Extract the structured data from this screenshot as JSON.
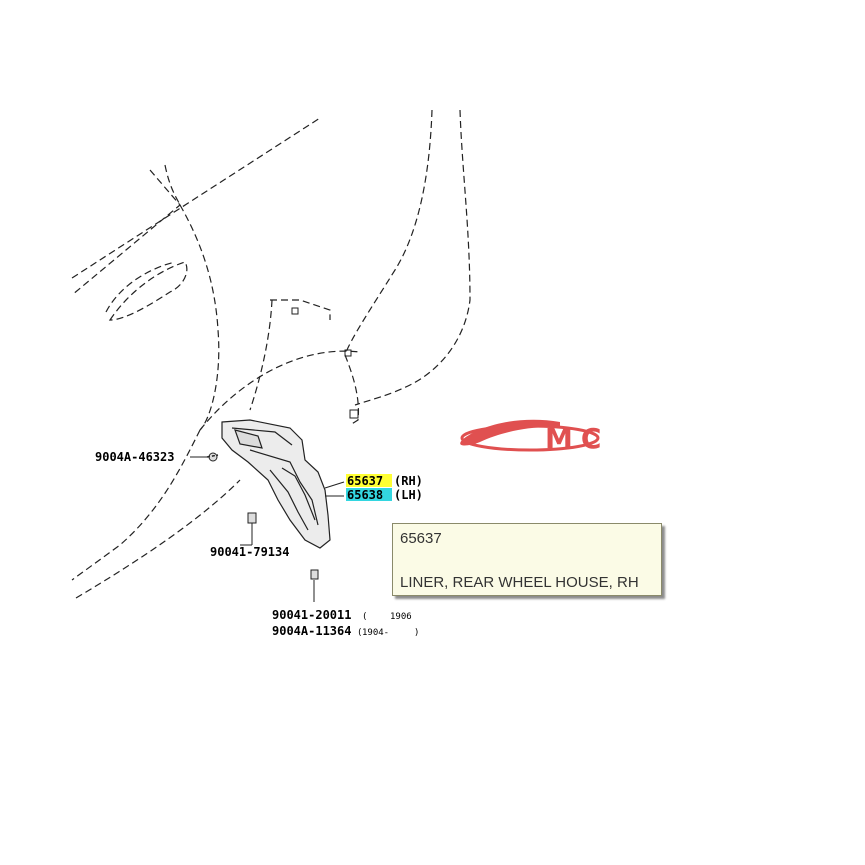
{
  "logo": {
    "text": "MC",
    "color": "#e05050"
  },
  "callouts": [
    {
      "id": "clip-upper",
      "part": "9004A-46323"
    },
    {
      "id": "clip-lower",
      "part": "90041-79134"
    },
    {
      "id": "screw-1",
      "part": "90041-20011",
      "note": "1906"
    },
    {
      "id": "screw-2",
      "part": "9004A-11364",
      "note": "1904-"
    }
  ],
  "liner_parts": [
    {
      "part": "65637",
      "side": "(RH)",
      "highlight": "#ffff33"
    },
    {
      "part": "65638",
      "side": "(LH)",
      "highlight": "#33d6e0"
    }
  ],
  "tooltip": {
    "part_number": "65637",
    "description": "LINER, REAR WHEEL HOUSE, RH"
  }
}
